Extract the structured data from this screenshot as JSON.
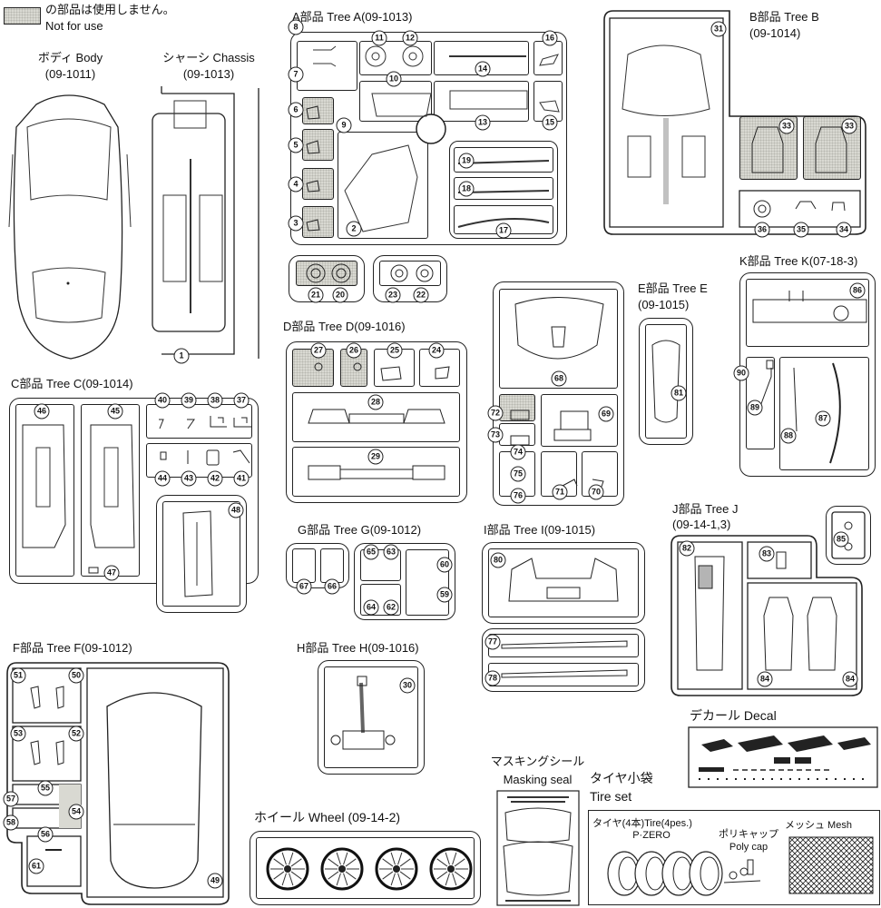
{
  "legend": {
    "text_jp": "の部品は使用しません。",
    "text_en": "Not for use",
    "swatch_color": "#d9d9d2"
  },
  "body": {
    "title": "ボディ Body",
    "code": "(09-1011)"
  },
  "chassis": {
    "title": "シャーシ Chassis",
    "code": "(09-1013)",
    "parts": [
      "1"
    ]
  },
  "tree_a": {
    "title": "A部品 Tree A(09-1013)",
    "parts": [
      "2",
      "3",
      "4",
      "5",
      "6",
      "7",
      "8",
      "9",
      "10",
      "11",
      "12",
      "13",
      "14",
      "15",
      "16",
      "17",
      "18",
      "19",
      "20",
      "21",
      "22",
      "23"
    ],
    "not_for_use": [
      "3",
      "4",
      "5",
      "6",
      "20",
      "21"
    ]
  },
  "tree_b": {
    "title": "B部品 Tree B",
    "code": "(09-1014)",
    "parts": [
      "31",
      "33",
      "33",
      "34",
      "35",
      "36"
    ],
    "not_for_use": [
      "33"
    ]
  },
  "tree_c": {
    "title": "C部品 Tree C(09-1014)",
    "parts": [
      "37",
      "38",
      "39",
      "40",
      "41",
      "42",
      "43",
      "44",
      "45",
      "46",
      "47",
      "48"
    ]
  },
  "tree_d": {
    "title": "D部品 Tree D(09-1016)",
    "parts": [
      "24",
      "25",
      "26",
      "27",
      "28",
      "29"
    ],
    "not_for_use": [
      "26",
      "27"
    ]
  },
  "tree_e": {
    "title": "E部品 Tree E",
    "code": "(09-1015)",
    "parts": [
      "68",
      "69",
      "70",
      "71",
      "72",
      "73",
      "74",
      "75",
      "76",
      "81"
    ],
    "not_for_use": [
      "72"
    ]
  },
  "tree_k": {
    "title": "K部品 Tree K(07-18-3)",
    "parts": [
      "86",
      "87",
      "88",
      "89",
      "90"
    ]
  },
  "tree_g": {
    "title": "G部品 Tree G(09-1012)",
    "parts": [
      "59",
      "60",
      "62",
      "63",
      "64",
      "65",
      "66",
      "67"
    ]
  },
  "tree_i": {
    "title": "I部品 Tree I(09-1015)",
    "parts": [
      "77",
      "78",
      "80"
    ]
  },
  "tree_j": {
    "title": "J部品 Tree J",
    "code": "(09-14-1,3)",
    "parts": [
      "82",
      "83",
      "84",
      "84",
      "85"
    ]
  },
  "tree_f": {
    "title": "F部品 Tree F(09-1012)",
    "parts": [
      "49",
      "50",
      "51",
      "52",
      "53",
      "54",
      "55",
      "56",
      "57",
      "58",
      "61"
    ],
    "not_for_use": [
      "54"
    ]
  },
  "tree_h": {
    "title": "H部品 Tree H(09-1016)",
    "parts": [
      "30"
    ]
  },
  "wheel": {
    "title": "ホイール Wheel (09-14-2)",
    "count": 4
  },
  "masking": {
    "title_jp": "マスキングシール",
    "title_en": "Masking seal"
  },
  "decal": {
    "title": "デカール Decal"
  },
  "tire_set": {
    "title_jp": "タイヤ小袋",
    "title_en": "Tire set",
    "tire_label": "タイヤ(4本)Tire(4pes.)",
    "tire_brand": "P·ZERO",
    "polycap_jp": "ポリキャップ",
    "polycap_en": "Poly cap",
    "mesh_label": "メッシュ Mesh"
  }
}
